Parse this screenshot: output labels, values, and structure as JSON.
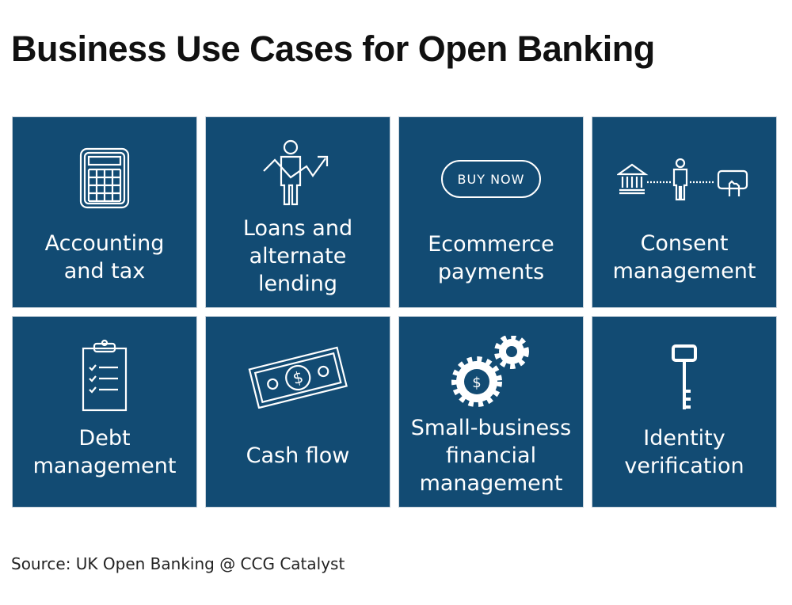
{
  "title": "Business Use Cases for Open Banking",
  "tiles": [
    {
      "label_lines": [
        "Accounting",
        "and tax"
      ],
      "icon": "calculator-icon"
    },
    {
      "label_lines": [
        "Loans and",
        "alternate",
        "lending"
      ],
      "icon": "person-trend-arrow-icon"
    },
    {
      "label_lines": [
        "Ecommerce",
        "payments"
      ],
      "icon": "buy-now-button-icon",
      "icon_text": "BUY NOW"
    },
    {
      "label_lines": [
        "Consent",
        "management"
      ],
      "icon": "bank-person-phone-icon"
    },
    {
      "label_lines": [
        "Debt",
        "management"
      ],
      "icon": "clipboard-checklist-icon"
    },
    {
      "label_lines": [
        "Cash flow"
      ],
      "icon": "banknote-icon"
    },
    {
      "label_lines": [
        "Small-business",
        "financial",
        "management"
      ],
      "icon": "gears-dollar-icon"
    },
    {
      "label_lines": [
        "Identity",
        "verification"
      ],
      "icon": "key-icon"
    }
  ],
  "source": "Source: UK Open Banking @ CCG Catalyst",
  "colors": {
    "tile": "#124b73",
    "text": "#ffffff"
  }
}
